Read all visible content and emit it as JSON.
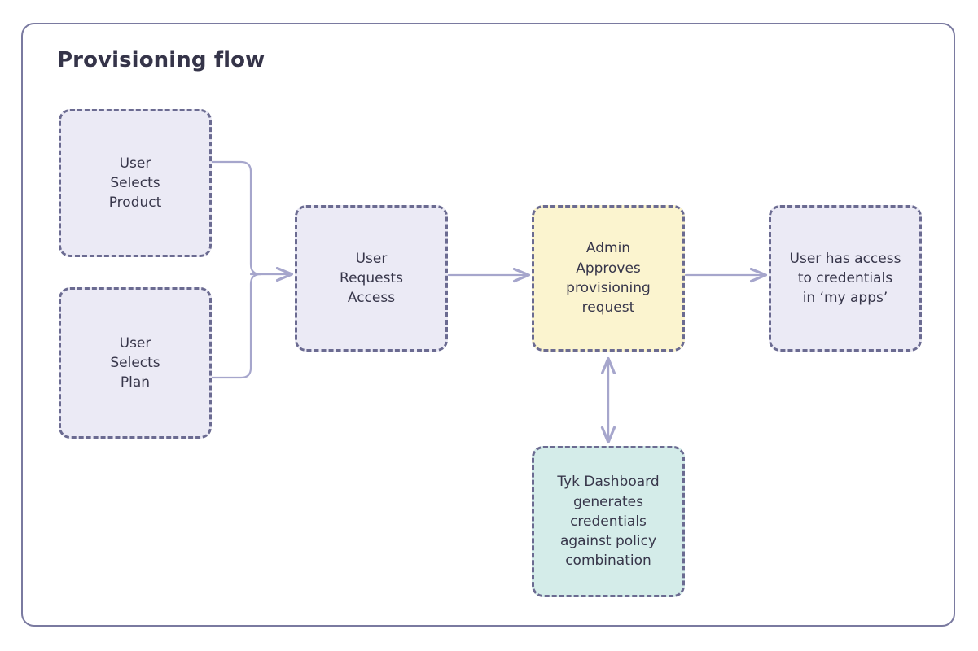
{
  "diagram": {
    "title": "Provisioning flow",
    "frame": {
      "border_color": "#7a7aa0",
      "background": "#ffffff"
    },
    "palette": {
      "lavender_fill": "#ebeaf5",
      "yellow_fill": "#fbf4cf",
      "teal_fill": "#d4ece9",
      "node_border": "#6b6b91",
      "connector": "#a6a6cc",
      "text": "#37364a",
      "title_text": "#353449"
    },
    "nodes": [
      {
        "id": "user-selects-product",
        "label": "User\nSelects\nProduct",
        "fill": "lavender"
      },
      {
        "id": "user-selects-plan",
        "label": "User\nSelects\nPlan",
        "fill": "lavender"
      },
      {
        "id": "user-requests-access",
        "label": "User\nRequests\nAccess",
        "fill": "lavender"
      },
      {
        "id": "admin-approves",
        "label": "Admin\nApproves\nprovisioning\nrequest",
        "fill": "yellow"
      },
      {
        "id": "user-has-access",
        "label": "User has access\nto credentials\nin ‘my apps’",
        "fill": "lavender"
      },
      {
        "id": "tyk-dashboard",
        "label": "Tyk Dashboard\ngenerates\ncredentials\nagainst policy\ncombination",
        "fill": "teal"
      }
    ],
    "edges": [
      {
        "id": "product-to-requests",
        "from": "user-selects-product",
        "to": "user-requests-access",
        "direction": "forward"
      },
      {
        "id": "plan-to-requests",
        "from": "user-selects-plan",
        "to": "user-requests-access",
        "direction": "forward"
      },
      {
        "id": "requests-to-admin",
        "from": "user-requests-access",
        "to": "admin-approves",
        "direction": "forward"
      },
      {
        "id": "admin-to-access",
        "from": "admin-approves",
        "to": "user-has-access",
        "direction": "forward"
      },
      {
        "id": "admin-tyk-bidirectional",
        "from": "admin-approves",
        "to": "tyk-dashboard",
        "direction": "bidirectional"
      }
    ]
  }
}
